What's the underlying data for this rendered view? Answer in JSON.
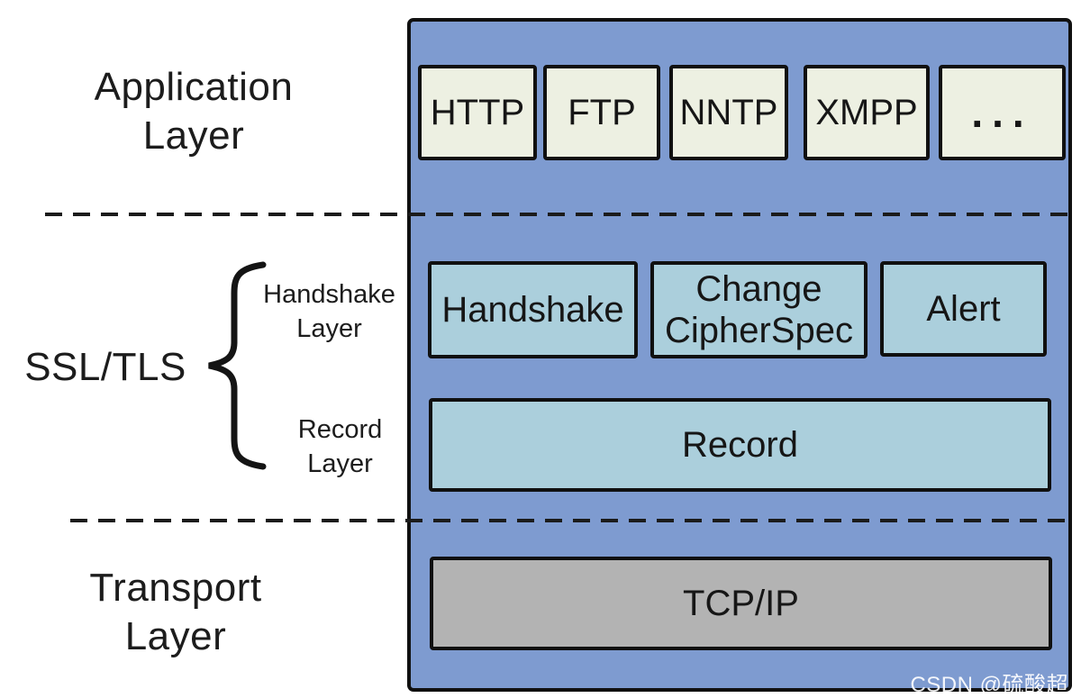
{
  "labels": {
    "application": {
      "line1": "Application",
      "line2": "Layer"
    },
    "ssl": "SSL/TLS",
    "handshake_layer": {
      "line1": "Handshake",
      "line2": "Layer"
    },
    "record_layer": {
      "line1": "Record",
      "line2": "Layer"
    },
    "transport": {
      "line1": "Transport",
      "line2": "Layer"
    }
  },
  "boxes": {
    "application_protocols": [
      "HTTP",
      "FTP",
      "NNTP",
      "XMPP",
      "..."
    ],
    "handshake_protocols": {
      "handshake": "Handshake",
      "change_cipherspec": {
        "line1": "Change",
        "line2": "CipherSpec"
      },
      "alert": "Alert"
    },
    "record": "Record",
    "transport": "TCP/IP"
  },
  "watermark": "CSDN @硫酸超",
  "colors": {
    "panel_blue": "#7e9bd0",
    "box_cream": "#edf0e2",
    "box_light_blue": "#abcfdc",
    "box_gray": "#b3b3b3",
    "border_dark": "#101010",
    "watermark_white": "#ffffff"
  }
}
